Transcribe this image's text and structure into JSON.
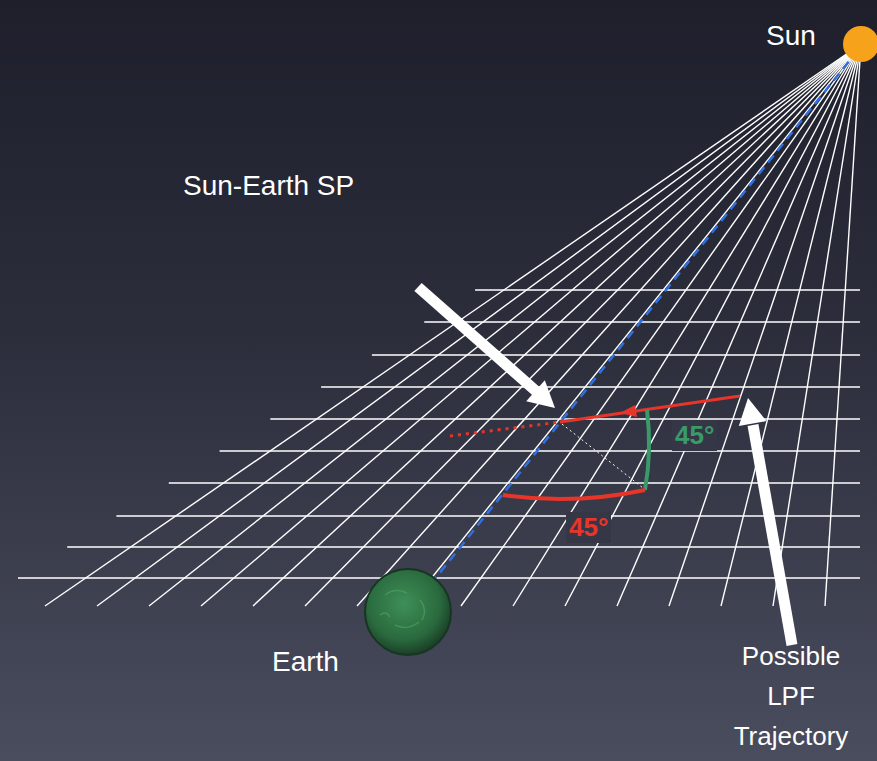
{
  "diagram": {
    "labels": [
      "Sun",
      "Sun-Earth SP",
      "45°",
      "45°",
      "Earth",
      "Possible LPF Trajectory"
    ]
  }
}
